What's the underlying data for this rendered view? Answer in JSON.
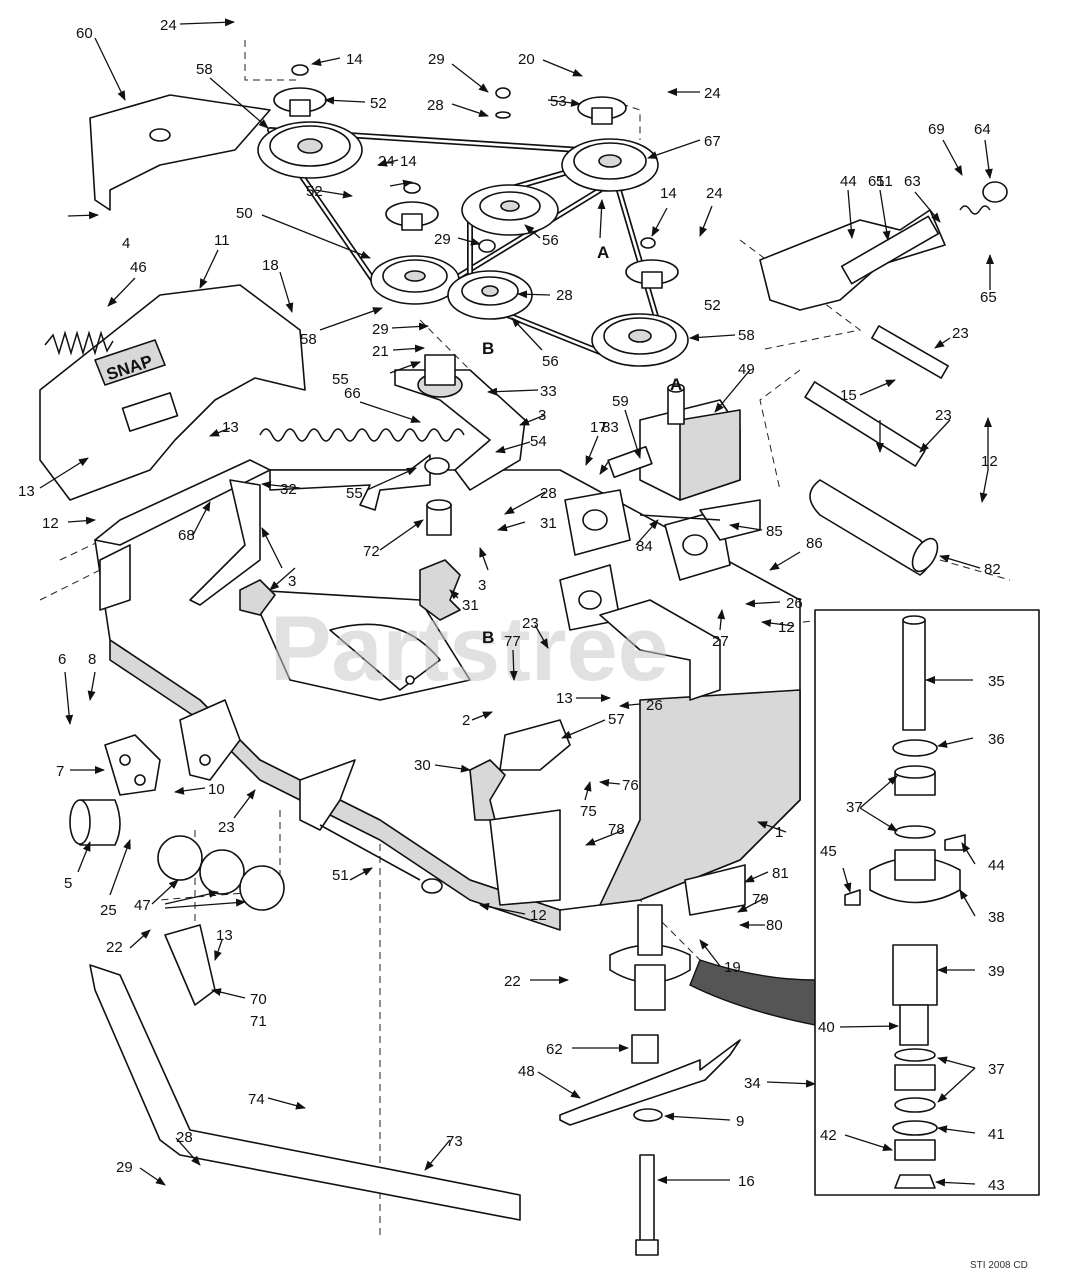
{
  "watermark": "Partstree",
  "figure_code": "STI 2008 CD",
  "assembly_letters": [
    "A",
    "A",
    "B",
    "B"
  ],
  "decal_text": "SNAP",
  "callouts": [
    "1",
    "2",
    "3",
    "3",
    "3",
    "4",
    "5",
    "6",
    "7",
    "8",
    "9",
    "10",
    "11",
    "12",
    "12",
    "12",
    "12",
    "13",
    "13",
    "13",
    "13",
    "14",
    "14",
    "14",
    "15",
    "16",
    "17",
    "18",
    "19",
    "20",
    "21",
    "22",
    "22",
    "23",
    "23",
    "23",
    "23",
    "24",
    "24",
    "24",
    "24",
    "25",
    "26",
    "26",
    "27",
    "28",
    "28",
    "28",
    "28",
    "29",
    "29",
    "29",
    "29",
    "30",
    "31",
    "31",
    "32",
    "33",
    "34",
    "35",
    "36",
    "37",
    "37",
    "38",
    "39",
    "40",
    "41",
    "42",
    "43",
    "44",
    "44",
    "45",
    "46",
    "47",
    "48",
    "49",
    "50",
    "51",
    "51",
    "52",
    "52",
    "52",
    "53",
    "54",
    "55",
    "55",
    "56",
    "56",
    "57",
    "58",
    "58",
    "58",
    "59",
    "60",
    "61",
    "62",
    "63",
    "64",
    "65",
    "66",
    "67",
    "68",
    "69",
    "70",
    "71",
    "72",
    "73",
    "74",
    "75",
    "76",
    "77",
    "78",
    "79",
    "80",
    "81",
    "82",
    "83",
    "84",
    "85",
    "86"
  ]
}
